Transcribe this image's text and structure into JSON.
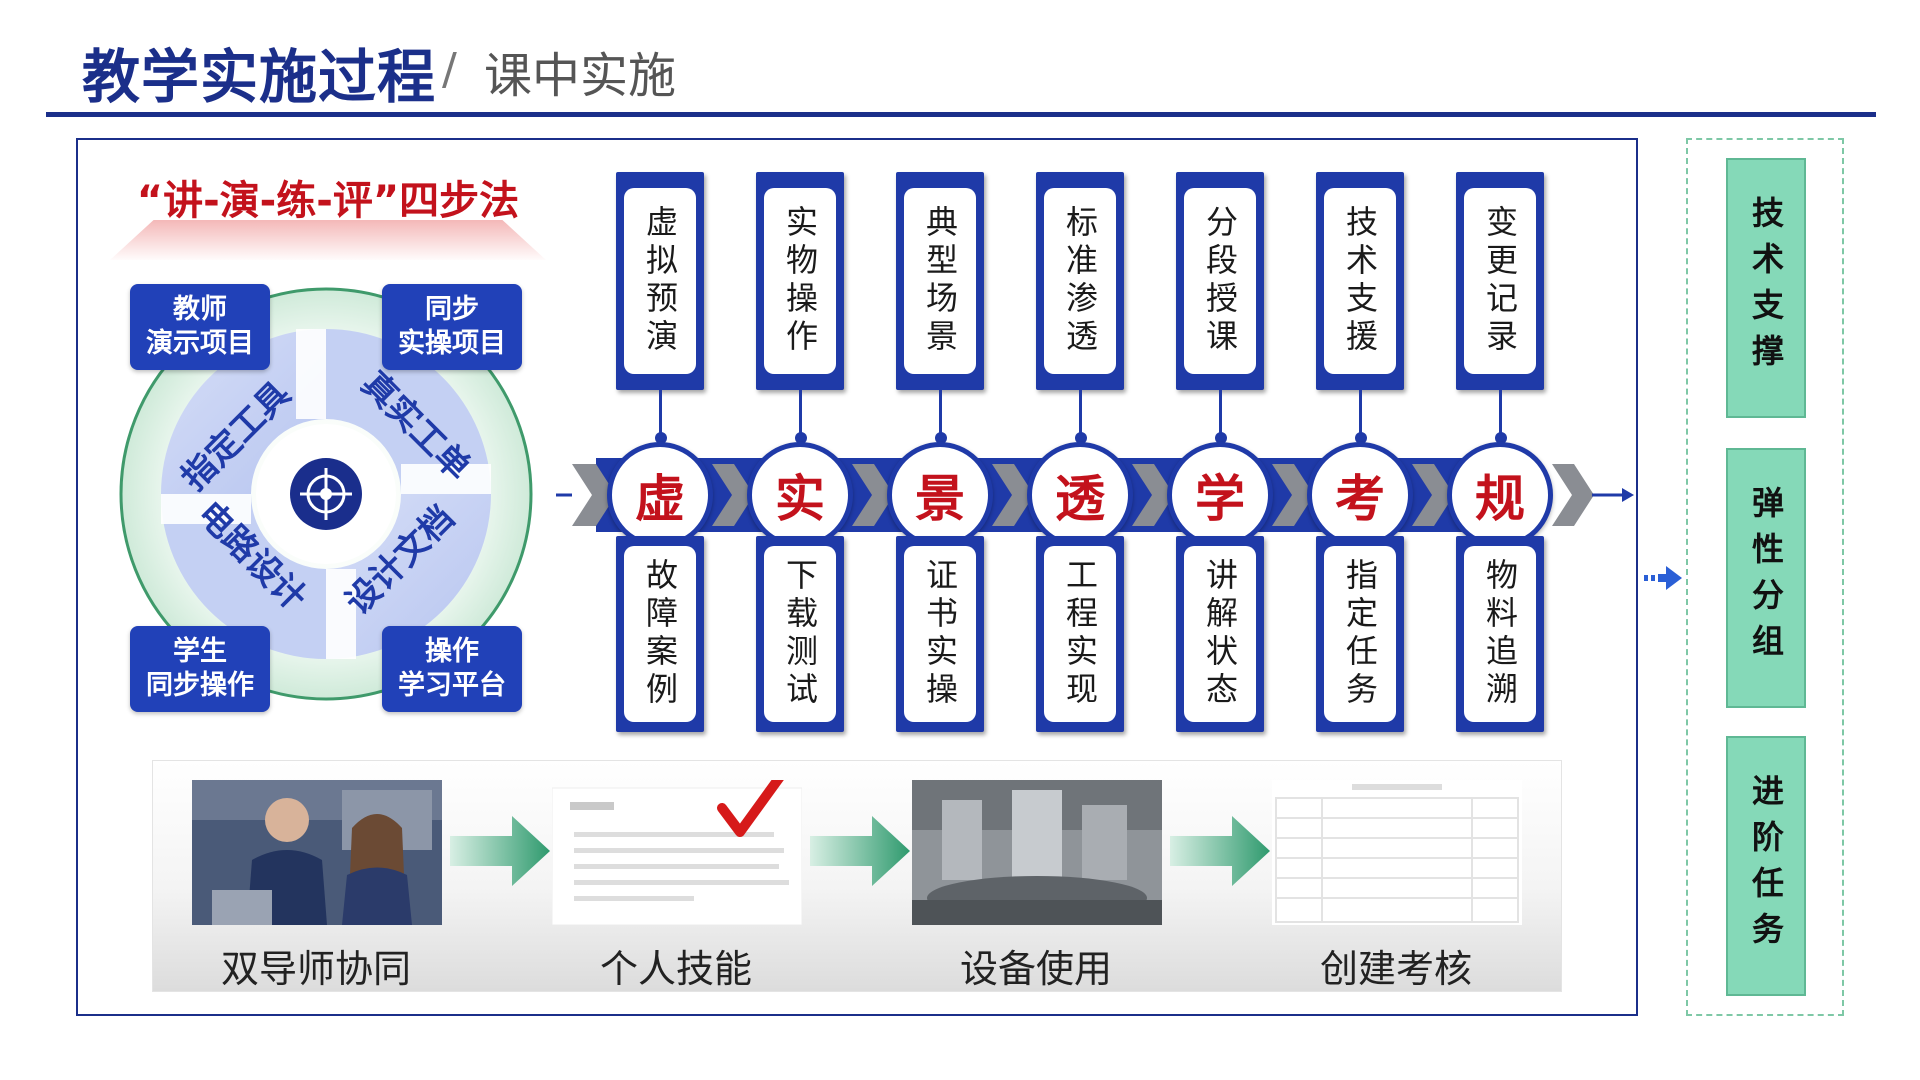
{
  "header": {
    "title": "教学实施过程",
    "separator": "/",
    "subtitle": "课中实施"
  },
  "method": {
    "title": "“讲-演-练-评”四步法",
    "corners": [
      {
        "line1": "教师",
        "line2": "演示项目"
      },
      {
        "line1": "同步",
        "line2": "实操项目"
      },
      {
        "line1": "学生",
        "line2": "同步操作"
      },
      {
        "line1": "操作",
        "line2": "学习平台"
      }
    ],
    "quadrants": [
      "指定工具",
      "真实工单",
      "电路设计",
      "设计文档"
    ],
    "center_icon": "target-icon"
  },
  "chain": [
    {
      "top": "虚拟预演",
      "node": "虚",
      "bottom": "故障案例"
    },
    {
      "top": "实物操作",
      "node": "实",
      "bottom": "下载测试"
    },
    {
      "top": "典型场景",
      "node": "景",
      "bottom": "证书实操"
    },
    {
      "top": "标准渗透",
      "node": "透",
      "bottom": "工程实现"
    },
    {
      "top": "分段授课",
      "node": "学",
      "bottom": "讲解状态"
    },
    {
      "top": "技术支援",
      "node": "考",
      "bottom": "指定任务"
    },
    {
      "top": "变更记录",
      "node": "规",
      "bottom": "物料追溯"
    }
  ],
  "process": [
    {
      "label": "双导师协同",
      "image": "teachers-photo"
    },
    {
      "label": "个人技能",
      "image": "document-checkmark"
    },
    {
      "label": "设备使用",
      "image": "equipment-photo"
    },
    {
      "label": "创建考核",
      "image": "assessment-table"
    }
  ],
  "right": [
    "技术支撑",
    "弹性分组",
    "进阶任务"
  ],
  "colors": {
    "primary": "#1f3aa8",
    "title_blue": "#1b2f8a",
    "accent_red": "#c3121c",
    "green": "#85d9b8",
    "arrow_green": "#3fa07a"
  }
}
